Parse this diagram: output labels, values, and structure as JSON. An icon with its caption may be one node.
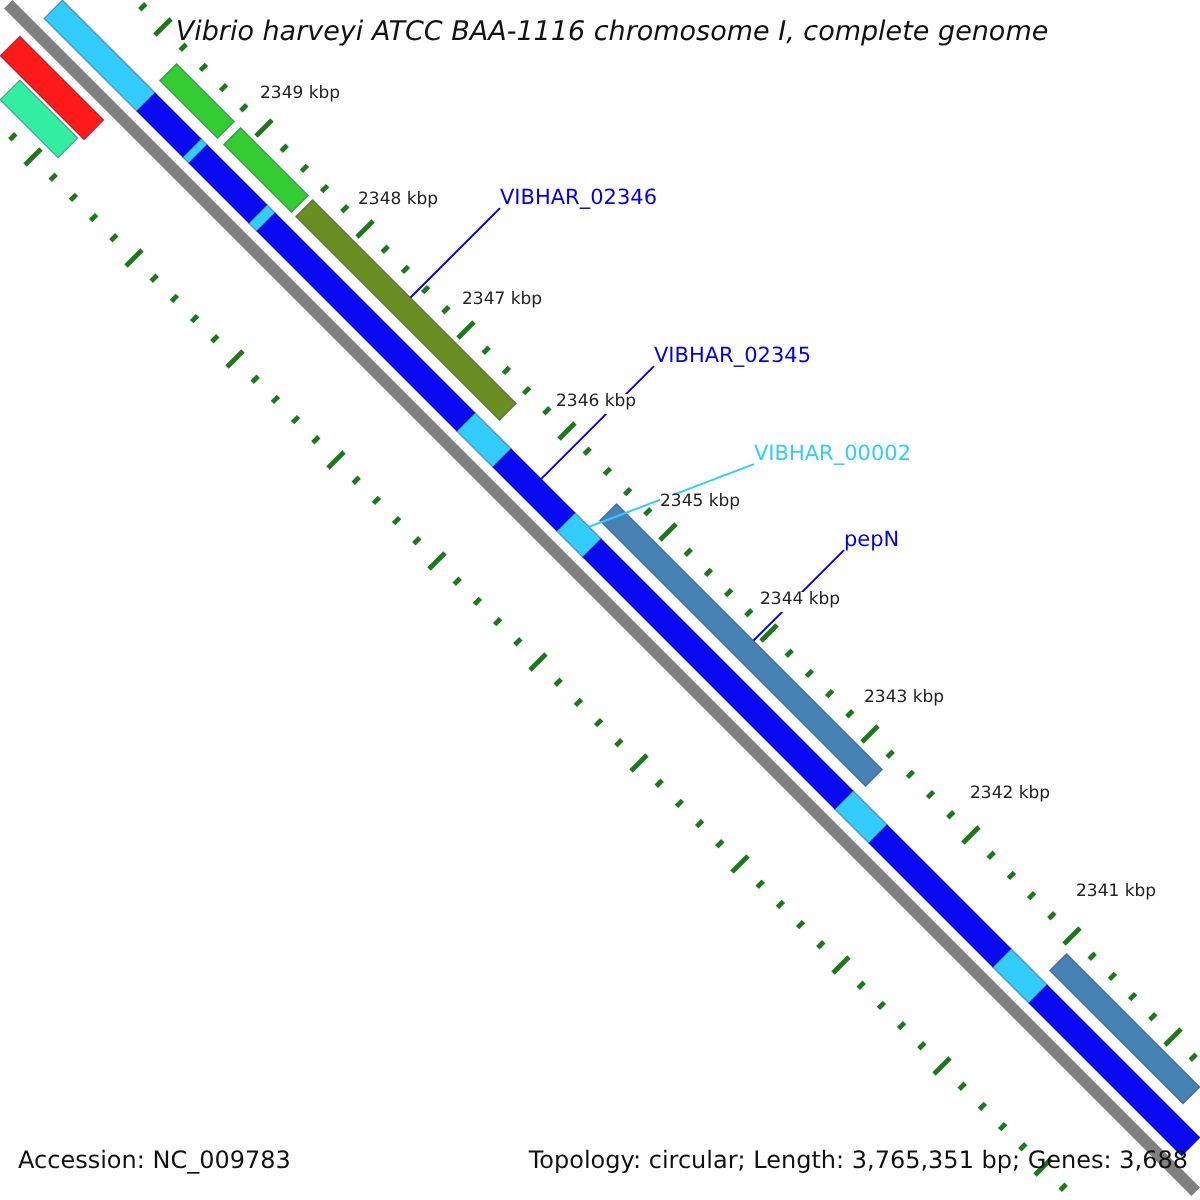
{
  "diagram": {
    "title": "Vibrio harveyi ATCC BAA-1116 chromosome I, complete genome",
    "nodes": [
      {
        "text": [
          "VIBHAR_02346"
        ]
      },
      {
        "text": [
          "VIBHAR_02345"
        ]
      },
      {
        "text": [
          "VIBHAR_00002"
        ]
      },
      {
        "text": [
          "pepN"
        ]
      },
      {
        "text": [],
        "shape": "bar"
      },
      {
        "text": [],
        "shape": "bar"
      },
      {
        "text": [],
        "shape": "bar"
      },
      {
        "text": [],
        "shape": "bar"
      },
      {
        "text": [],
        "shape": "bar"
      },
      {
        "text": [],
        "shape": "bar"
      },
      {
        "text": [],
        "shape": "bar"
      },
      {
        "text": [],
        "shape": "bar"
      },
      {
        "text": [],
        "shape": "bar"
      },
      {
        "text": [],
        "shape": "bar"
      },
      {
        "text": [],
        "shape": "bar"
      },
      {
        "text": [],
        "shape": "bar"
      },
      {
        "text": [],
        "shape": "bar"
      },
      {
        "text": [],
        "shape": "bar"
      },
      {
        "text": [],
        "shape": "bar"
      },
      {
        "text": [],
        "shape": "bar"
      },
      {
        "text": [],
        "shape": "bar"
      },
      {
        "text": [],
        "shape": "bar"
      },
      {
        "text": [],
        "shape": "bar"
      },
      {
        "text": [],
        "shape": "bar"
      },
      {
        "text": [],
        "shape": "bar"
      }
    ],
    "edges": [
      {
        "from": 0,
        "to": 14,
        "arrow": "none"
      },
      {
        "from": 1,
        "to": 16,
        "arrow": "none"
      },
      {
        "from": 2,
        "to": 17,
        "arrow": "none",
        "color": "#33ccff"
      },
      {
        "from": 3,
        "to": 18,
        "arrow": "none"
      }
    ],
    "labels": [
      "2349 kbp",
      "2348 kbp",
      "2347 kbp",
      "2346 kbp",
      "2345 kbp",
      "2344 kbp",
      "2343 kbp",
      "2342 kbp",
      "2341 kbp",
      "Accession: NC_009783",
      "Topology: circular; Length: 3,765,351 bp; Genes: 3,688"
    ]
  }
}
